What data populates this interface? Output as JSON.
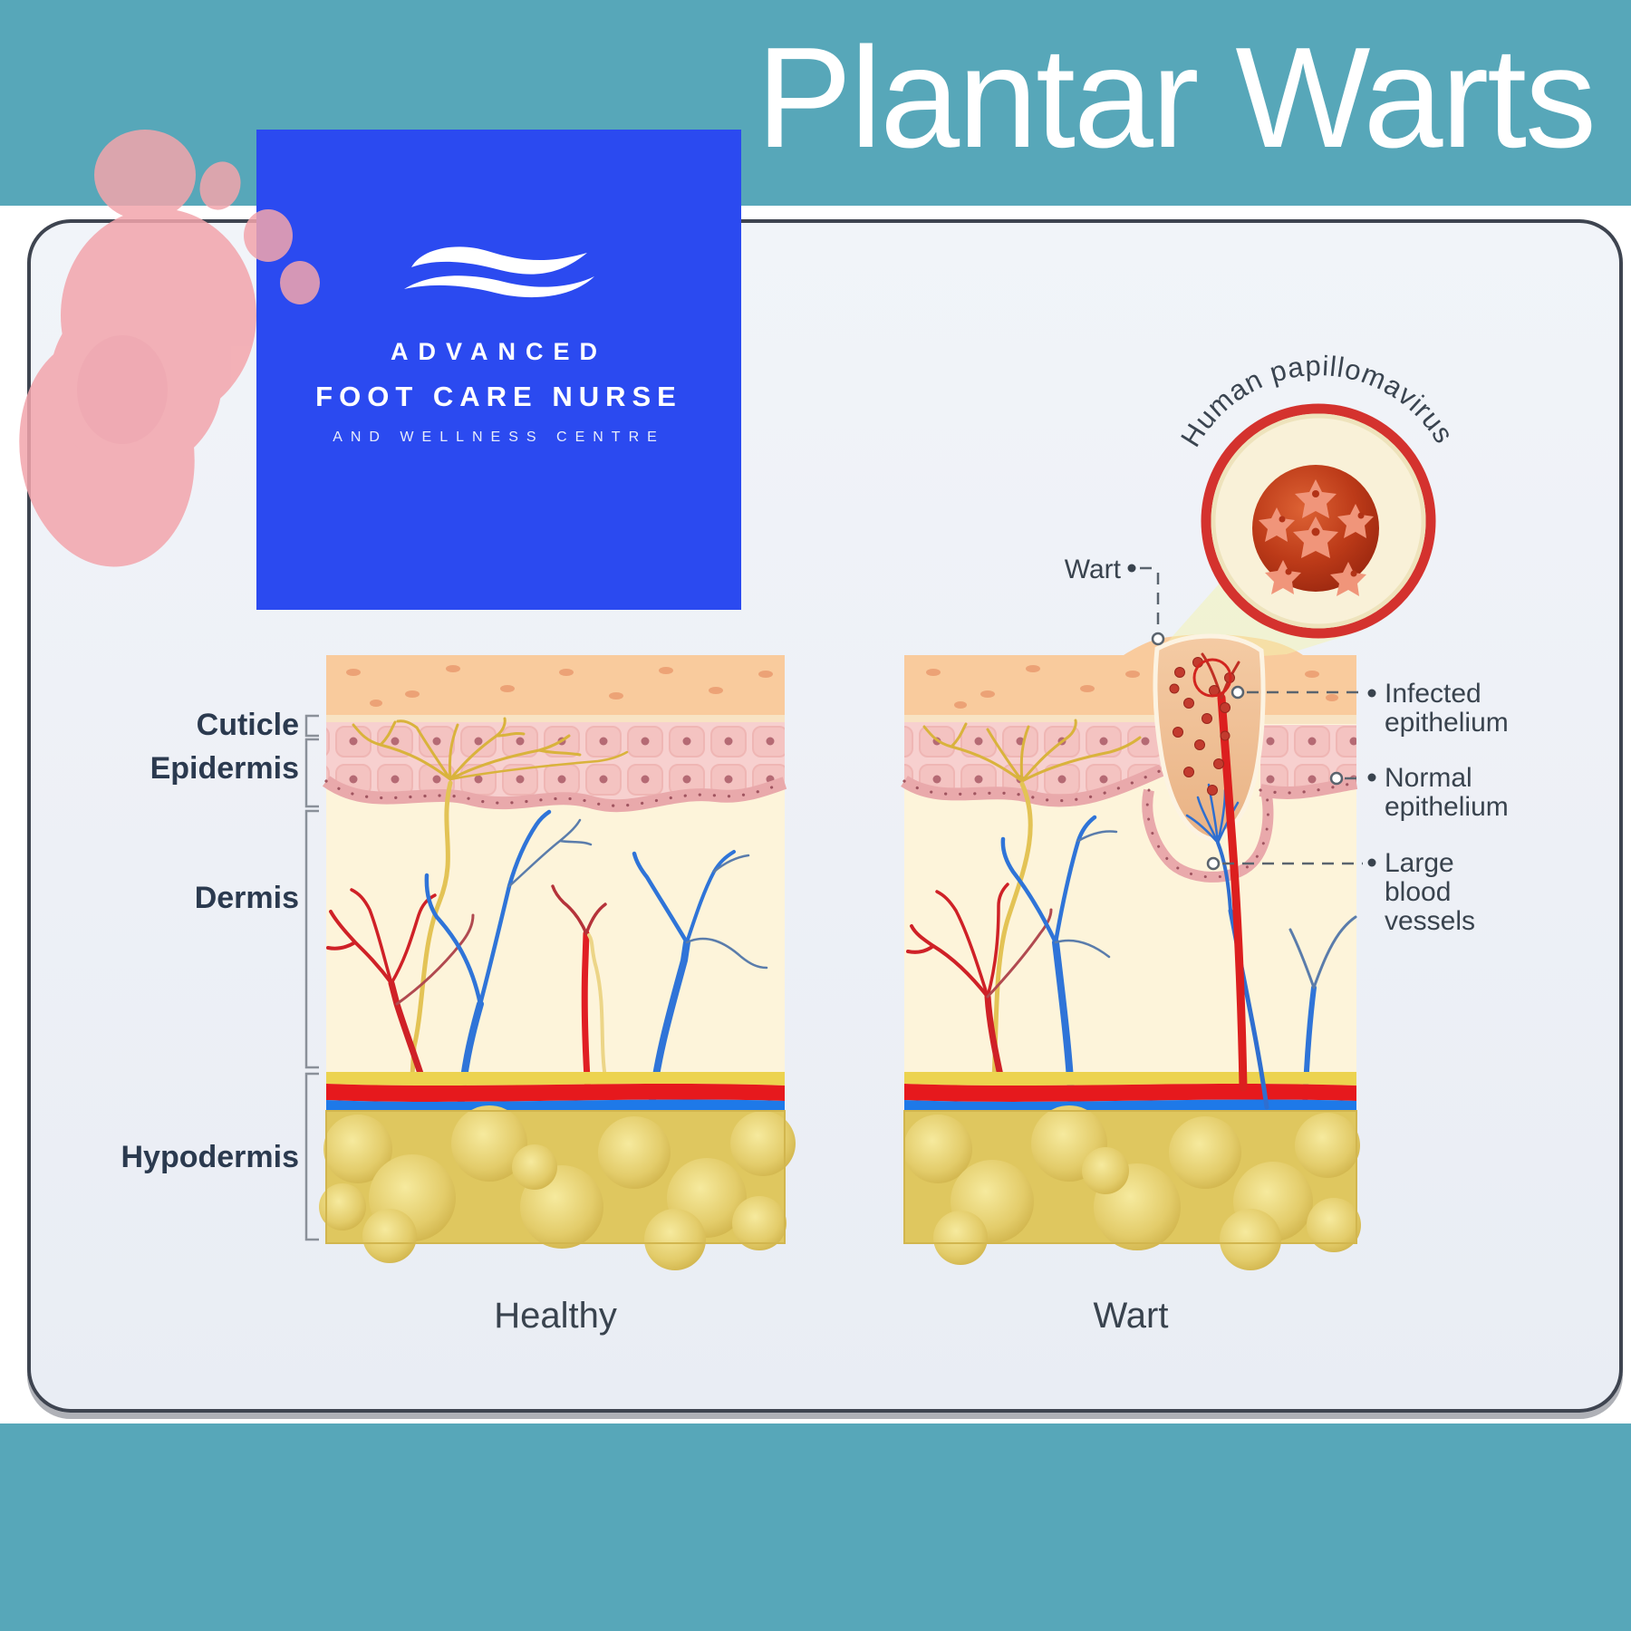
{
  "title": "Plantar Warts",
  "logo": {
    "brand_line1": "ADVANCED",
    "brand_line2": "FOOT CARE NURSE",
    "brand_line3": "AND WELLNESS CENTRE"
  },
  "diagram": {
    "virus_label": "Human papillomavirus",
    "wart_pointer_label": "Wart",
    "skin_layers": {
      "cuticle": "Cuticle",
      "epidermis": "Epidermis",
      "dermis": "Dermis",
      "hypodermis": "Hypodermis"
    },
    "callouts": {
      "infected_line1": "Infected",
      "infected_line2": "epithelium",
      "normal_line1": "Normal",
      "normal_line2": "epithelium",
      "large_line1": "Large",
      "large_line2": "blood",
      "large_line3": "vessels"
    },
    "captions": {
      "healthy": "Healthy",
      "wart": "Wart"
    }
  },
  "colors": {
    "background_teal": "#57a7b9",
    "panel_fill": "#eef1f7",
    "panel_border": "#3e4450",
    "logo_blue": "#2b4af0",
    "title_white": "#ffffff",
    "label_dark": "#2b3a4f",
    "footprint_pink": "#f3a5ac",
    "cuticle": "#f9cb9d",
    "epidermis_cells": "#f4c3c1",
    "dermis": "#fdf4da",
    "artery_red": "#cf2127",
    "vein_blue": "#2f74d8",
    "nerve_yellow": "#e0bd4e",
    "band_red": "#e6191d",
    "band_blue": "#1e79e8",
    "fat_yellow": "#dfc75f",
    "virus_ring_red": "#d4322e"
  }
}
